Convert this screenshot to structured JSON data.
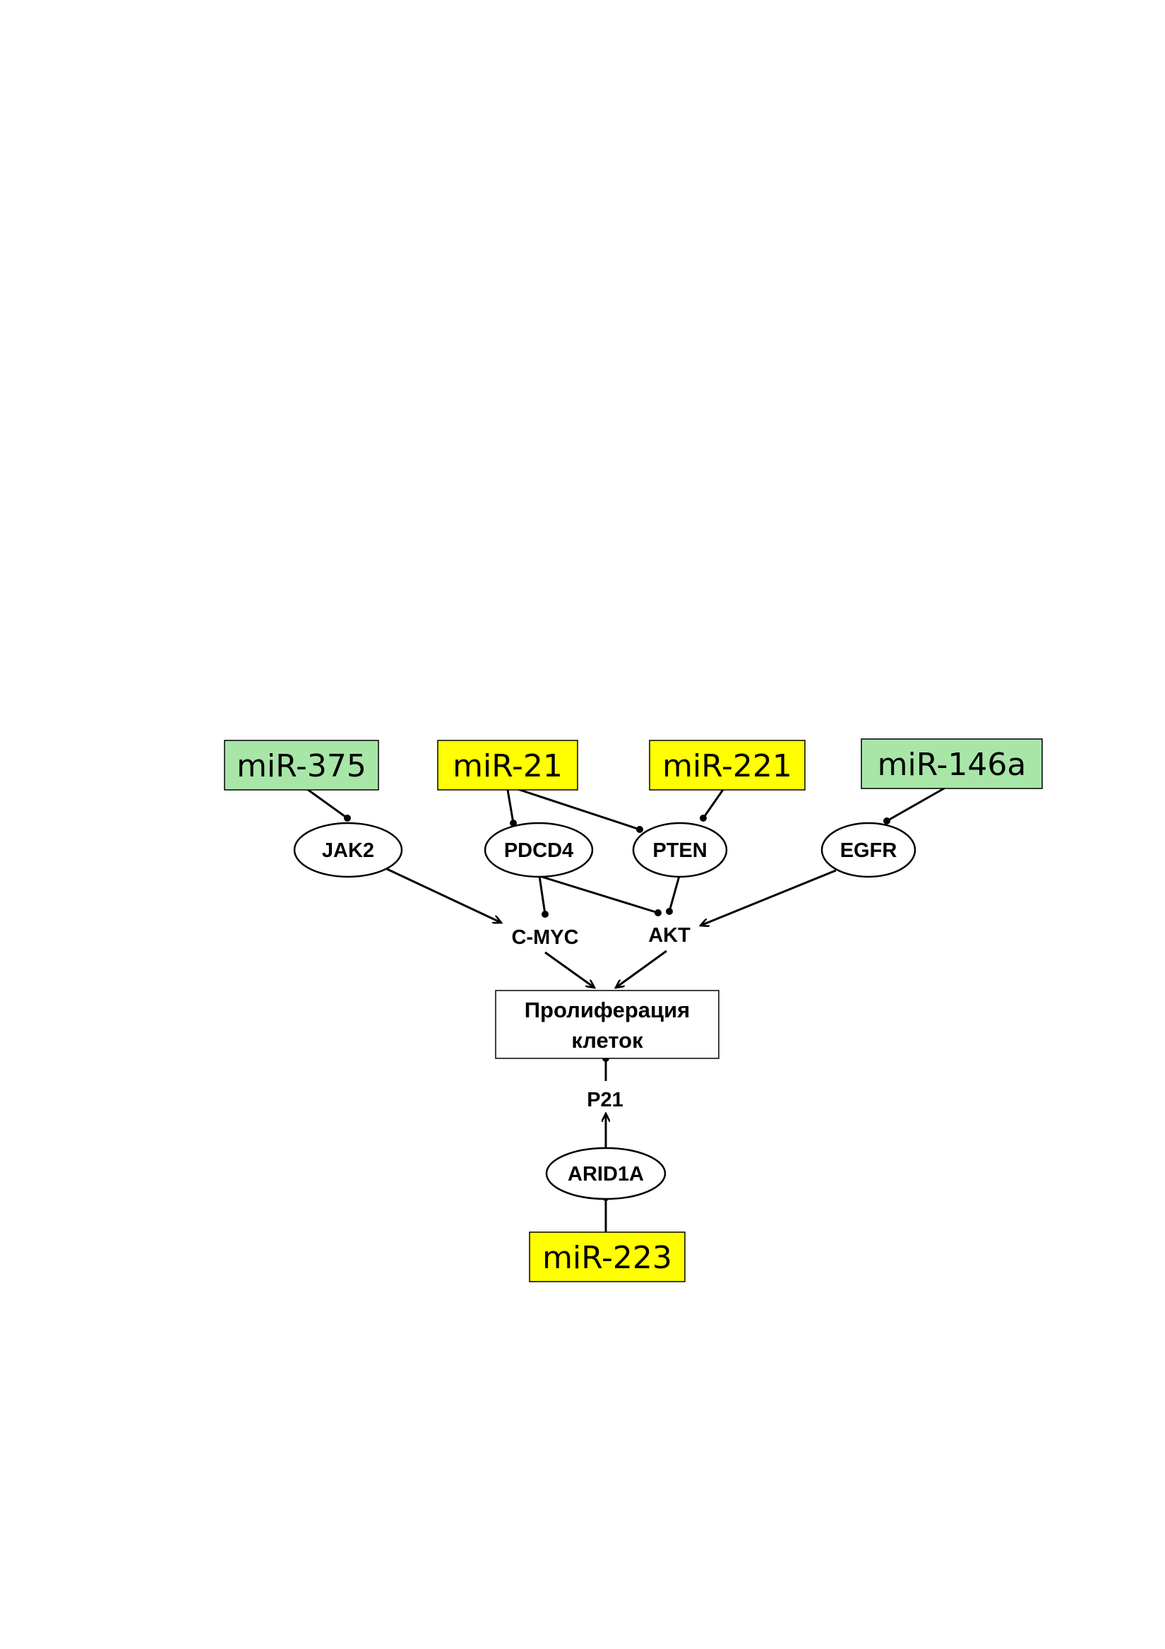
{
  "colors": {
    "activating_mirna_fill": "#ffff00",
    "suppressive_mirna_fill": "#a8e6a8",
    "stroke": "#000000",
    "background": "#ffffff"
  },
  "mirnas": {
    "mir375": "miR-375",
    "mir21": "miR-21",
    "mir221": "miR-221",
    "mir146a": "miR-146a",
    "mir223": "miR-223"
  },
  "genes": {
    "jak2": "JAK2",
    "pdcd4": "PDCD4",
    "pten": "PTEN",
    "egfr": "EGFR",
    "cmyc": "C-MYC",
    "akt": "AKT",
    "p21": "P21",
    "arid1a": "ARID1A"
  },
  "outcome": {
    "line1": "Пролиферация",
    "line2": "клеток"
  },
  "edges": [
    {
      "from": "miR-375",
      "to": "JAK2",
      "type": "inhibition"
    },
    {
      "from": "miR-21",
      "to": "PDCD4",
      "type": "inhibition"
    },
    {
      "from": "miR-21",
      "to": "PTEN",
      "type": "inhibition"
    },
    {
      "from": "miR-221",
      "to": "PTEN",
      "type": "inhibition"
    },
    {
      "from": "miR-146a",
      "to": "EGFR",
      "type": "inhibition"
    },
    {
      "from": "JAK2",
      "to": "C-MYC",
      "type": "activation"
    },
    {
      "from": "PDCD4",
      "to": "C-MYC",
      "type": "inhibition"
    },
    {
      "from": "PDCD4",
      "to": "AKT",
      "type": "inhibition"
    },
    {
      "from": "PTEN",
      "to": "AKT",
      "type": "inhibition"
    },
    {
      "from": "EGFR",
      "to": "AKT",
      "type": "activation"
    },
    {
      "from": "C-MYC",
      "to": "Пролиферация клеток",
      "type": "activation"
    },
    {
      "from": "AKT",
      "to": "Пролиферация клеток",
      "type": "activation"
    },
    {
      "from": "P21",
      "to": "Пролиферация клеток",
      "type": "inhibition"
    },
    {
      "from": "ARID1A",
      "to": "P21",
      "type": "activation"
    },
    {
      "from": "miR-223",
      "to": "ARID1A",
      "type": "inhibition"
    }
  ]
}
